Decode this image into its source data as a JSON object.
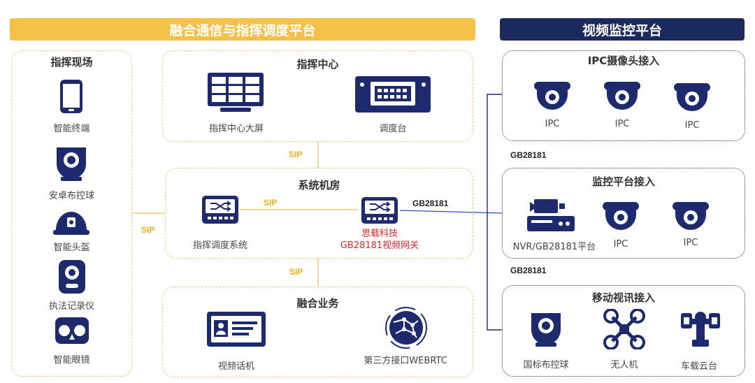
{
  "banners": {
    "left": "融合通信与指挥调度平台",
    "right": "视频监控平台"
  },
  "field": {
    "title": "指挥现场",
    "items": [
      "智能终端",
      "安卓布控球",
      "智能头盔",
      "执法记录仪",
      "智能眼镜"
    ]
  },
  "command_center": {
    "title": "指挥中心",
    "items": [
      "指挥中心大屏",
      "调度台"
    ]
  },
  "machine_room": {
    "title": "系统机房",
    "dispatch_system": "指挥调度系统",
    "gateway_line1": "思载科技",
    "gateway_line2": "GB28181视频网关"
  },
  "fusion": {
    "title": "融合业务",
    "items": [
      "视频话机",
      "第三方接口WEBRTC"
    ]
  },
  "ipc_access": {
    "title": "IPC摄像头接入",
    "items": [
      "IPC",
      "IPC",
      "IPC"
    ]
  },
  "platform_access": {
    "title": "监控平台接入",
    "items": [
      "NVR/GB28181平台",
      "IPC",
      "IPC"
    ]
  },
  "mobile_access": {
    "title": "移动视讯接入",
    "items": [
      "国标布控球",
      "无人机",
      "车载云台"
    ]
  },
  "links": {
    "sip": "SIP",
    "gb28181": "GB28181"
  },
  "colors": {
    "accent_yellow": "#f5c046",
    "navy": "#1a2a5c",
    "icon_navy": "#1e2a6e",
    "highlight_red": "#e4262a"
  }
}
